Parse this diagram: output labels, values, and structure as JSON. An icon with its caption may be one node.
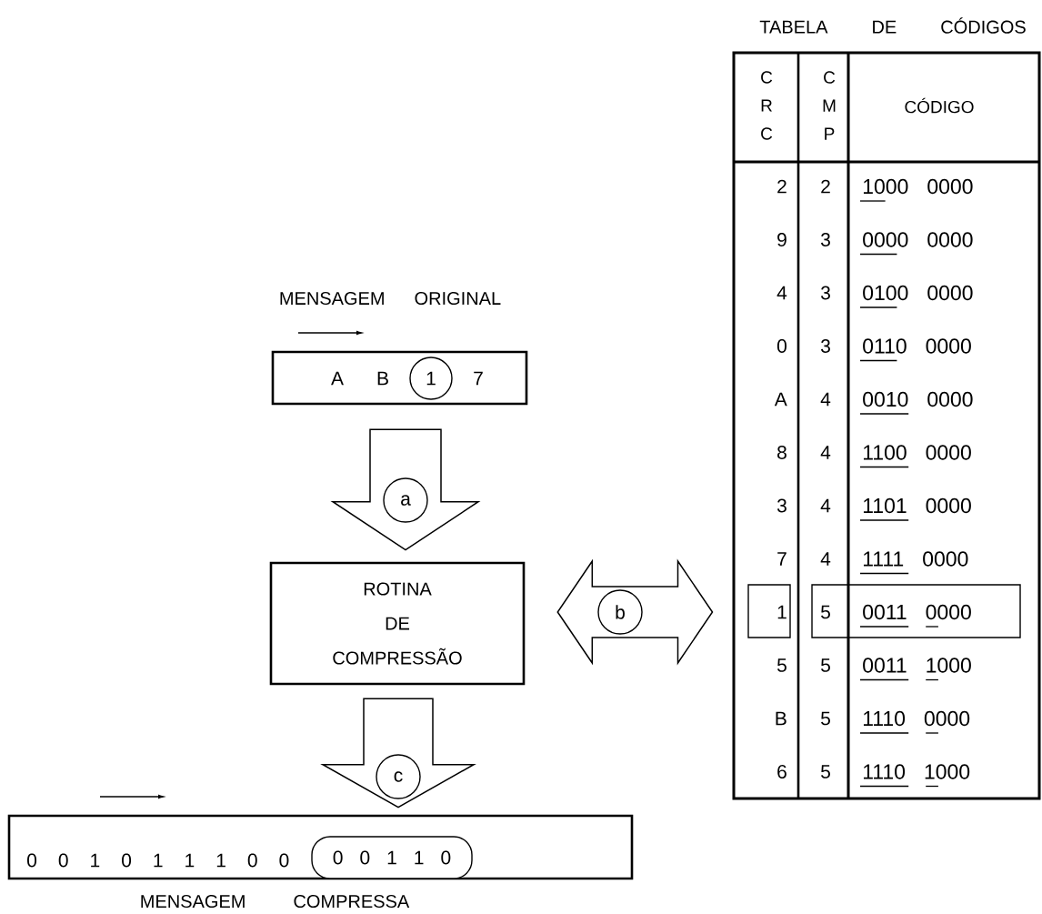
{
  "diagram": {
    "nodes": [
      {
        "text": [
          "MENSAGEM ORIGINAL",
          "A B",
          "7"
        ]
      },
      {
        "text": [
          "1"
        ],
        "in": 0
      },
      {
        "text": [
          "ROTINA DE COMPRESSÃO"
        ]
      },
      {
        "text": [
          "0 0 1 0 1 1 1 0 0",
          "MENSAGEM COMPRESSA"
        ]
      },
      {
        "text": [
          "0 0 1 1 0"
        ],
        "in": 3
      },
      {
        "text": [
          "TABELA DE CÓDIGOS"
        ]
      },
      {
        "text": [
          "a"
        ]
      },
      {
        "text": [
          "b"
        ]
      },
      {
        "text": [
          "c"
        ]
      }
    ],
    "edges": [
      {
        "from": 0,
        "to": 2,
        "arrow": "to"
      },
      {
        "from": 2,
        "to": 5,
        "arrow": "both"
      },
      {
        "from": 2,
        "to": 3,
        "arrow": "to"
      }
    ],
    "labels": [
      "C R C",
      "C M P",
      "CÓDIGO",
      "2",
      "2",
      "1000 0000",
      "9",
      "3",
      "0000 0000",
      "4",
      "3",
      "0100 0000",
      "0",
      "3",
      "0110 0000",
      "A",
      "4",
      "0010 0000",
      "8",
      "4",
      "1100 0000",
      "3",
      "4",
      "1101 0000",
      "7",
      "4",
      "1111 0000",
      "1",
      "5",
      "0011 0000",
      "5",
      "5",
      "0011 1000",
      "B",
      "5",
      "1110 0000",
      "6",
      "5",
      "1110 1000"
    ]
  }
}
